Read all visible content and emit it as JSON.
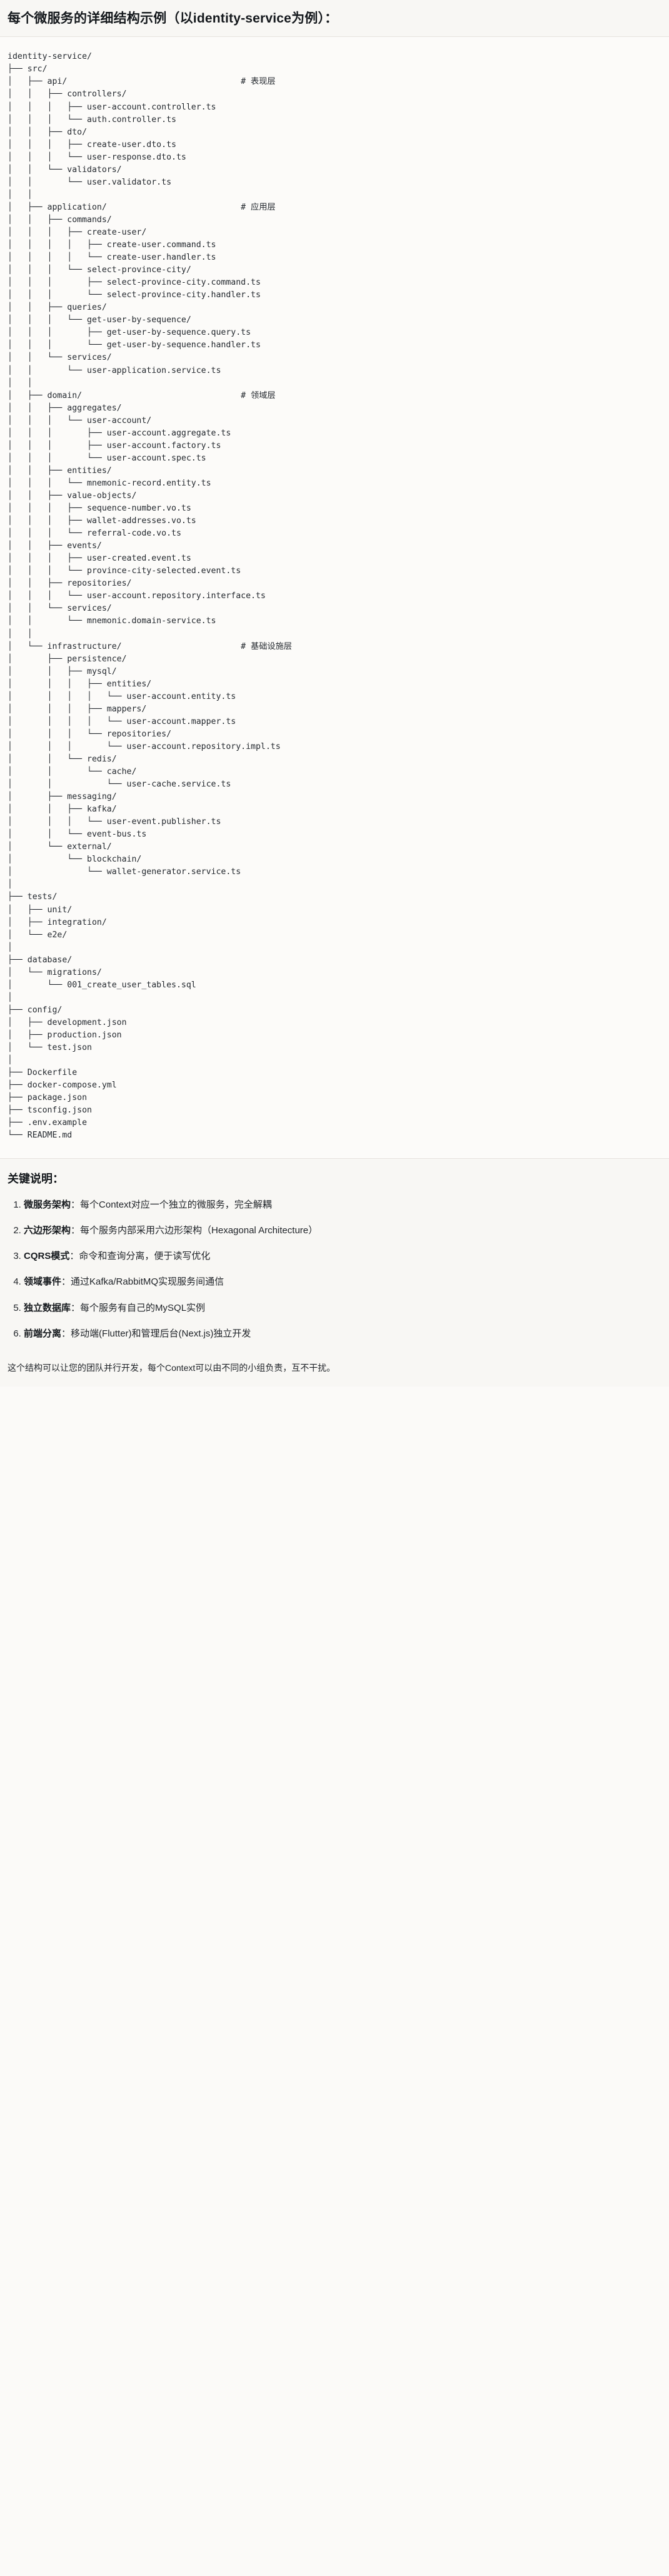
{
  "heading": {
    "text": "每个微服务的详细结构示例（以identity-service为例）："
  },
  "tree": {
    "root_label": "identity-service/",
    "comment_marker": "#",
    "layer_comments": {
      "api": "# 表现层",
      "application": "# 应用层",
      "domain": "# 领域层",
      "infrastructure": "# 基础设施层"
    },
    "lines": [
      "identity-service/",
      "├── src/",
      "│   ├── api/                                   # 表现层",
      "│   │   ├── controllers/",
      "│   │   │   ├── user-account.controller.ts",
      "│   │   │   └── auth.controller.ts",
      "│   │   ├── dto/",
      "│   │   │   ├── create-user.dto.ts",
      "│   │   │   └── user-response.dto.ts",
      "│   │   └── validators/",
      "│   │       └── user.validator.ts",
      "│   │",
      "│   ├── application/                           # 应用层",
      "│   │   ├── commands/",
      "│   │   │   ├── create-user/",
      "│   │   │   │   ├── create-user.command.ts",
      "│   │   │   │   └── create-user.handler.ts",
      "│   │   │   └── select-province-city/",
      "│   │   │       ├── select-province-city.command.ts",
      "│   │   │       └── select-province-city.handler.ts",
      "│   │   ├── queries/",
      "│   │   │   └── get-user-by-sequence/",
      "│   │   │       ├── get-user-by-sequence.query.ts",
      "│   │   │       └── get-user-by-sequence.handler.ts",
      "│   │   └── services/",
      "│   │       └── user-application.service.ts",
      "│   │",
      "│   ├── domain/                                # 领域层",
      "│   │   ├── aggregates/",
      "│   │   │   └── user-account/",
      "│   │   │       ├── user-account.aggregate.ts",
      "│   │   │       ├── user-account.factory.ts",
      "│   │   │       └── user-account.spec.ts",
      "│   │   ├── entities/",
      "│   │   │   └── mnemonic-record.entity.ts",
      "│   │   ├── value-objects/",
      "│   │   │   ├── sequence-number.vo.ts",
      "│   │   │   ├── wallet-addresses.vo.ts",
      "│   │   │   └── referral-code.vo.ts",
      "│   │   ├── events/",
      "│   │   │   ├── user-created.event.ts",
      "│   │   │   └── province-city-selected.event.ts",
      "│   │   ├── repositories/",
      "│   │   │   └── user-account.repository.interface.ts",
      "│   │   └── services/",
      "│   │       └── mnemonic.domain-service.ts",
      "│   │",
      "│   └── infrastructure/                        # 基础设施层",
      "│       ├── persistence/",
      "│       │   ├── mysql/",
      "│       │   │   ├── entities/",
      "│       │   │   │   └── user-account.entity.ts",
      "│       │   │   ├── mappers/",
      "│       │   │   │   └── user-account.mapper.ts",
      "│       │   │   └── repositories/",
      "│       │   │       └── user-account.repository.impl.ts",
      "│       │   └── redis/",
      "│       │       └── cache/",
      "│       │           └── user-cache.service.ts",
      "│       ├── messaging/",
      "│       │   ├── kafka/",
      "│       │   │   └── user-event.publisher.ts",
      "│       │   └── event-bus.ts",
      "│       └── external/",
      "│           └── blockchain/",
      "│               └── wallet-generator.service.ts",
      "│",
      "├── tests/",
      "│   ├── unit/",
      "│   ├── integration/",
      "│   └── e2e/",
      "│",
      "├── database/",
      "│   └── migrations/",
      "│       └── 001_create_user_tables.sql",
      "│",
      "├── config/",
      "│   ├── development.json",
      "│   ├── production.json",
      "│   └── test.json",
      "│",
      "├── Dockerfile",
      "├── docker-compose.yml",
      "├── package.json",
      "├── tsconfig.json",
      "├── .env.example",
      "└── README.md"
    ]
  },
  "notes": {
    "title": "关键说明：",
    "items": [
      {
        "term": "微服务架构",
        "separator": "：",
        "desc": "每个Context对应一个独立的微服务，完全解耦"
      },
      {
        "term": "六边形架构",
        "separator": "：",
        "desc": "每个服务内部采用六边形架构（Hexagonal Architecture）"
      },
      {
        "term": "CQRS模式",
        "separator": "：",
        "desc": "命令和查询分离，便于读写优化"
      },
      {
        "term": "领域事件",
        "separator": "：",
        "desc": "通过Kafka/RabbitMQ实现服务间通信"
      },
      {
        "term": "独立数据库",
        "separator": "：",
        "desc": "每个服务有自己的MySQL实例"
      },
      {
        "term": "前端分离",
        "separator": "：",
        "desc": "移动端(Flutter)和管理后台(Next.js)独立开发"
      }
    ]
  },
  "closing": {
    "text": "这个结构可以让您的团队并行开发，每个Context可以由不同的小组负责，互不干扰。"
  }
}
